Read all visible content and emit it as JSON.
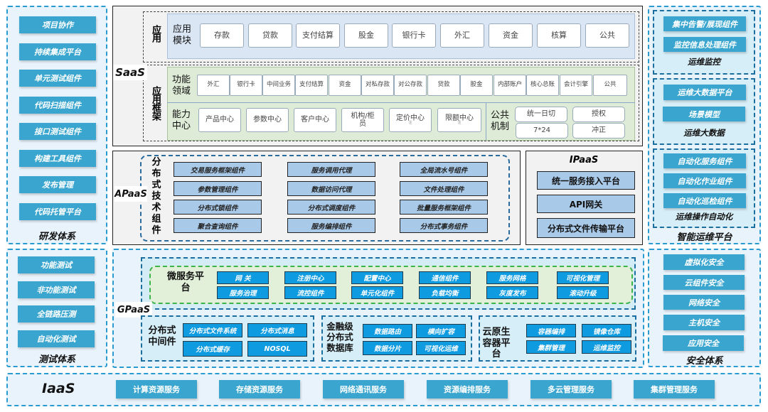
{
  "rd_system": {
    "title": "研发体系",
    "items": [
      "项目协作",
      "持续集成平台",
      "单元测试组件",
      "代码扫描组件",
      "接口测试组件",
      "构建工具组件",
      "发布管理",
      "代码托管平台"
    ]
  },
  "test_system": {
    "title": "测试体系",
    "items": [
      "功能测试",
      "非功能测试",
      "全链路压测",
      "自动化测试"
    ]
  },
  "ops_platform": {
    "title": "智能运维平台",
    "groups": [
      {
        "title": "运维监控",
        "items": [
          "集中告警/展现组件",
          "监控信息处理组件"
        ]
      },
      {
        "title": "运维大数据",
        "items": [
          "运维大数据平台",
          "场景模型"
        ]
      },
      {
        "title": "运维操作自动化",
        "items": [
          "自动化服务组件",
          "自动化作业组件",
          "自动化巡检组件"
        ]
      }
    ]
  },
  "security_system": {
    "title": "安全体系",
    "items": [
      "虚拟化安全",
      "云组件安全",
      "网络安全",
      "主机安全",
      "应用安全"
    ]
  },
  "saas": {
    "tag": "SaaS",
    "app_label": "应用",
    "app_module_label": "应用模块",
    "app_modules": [
      "存款",
      "贷款",
      "支付结算",
      "股金",
      "银行卡",
      "外汇",
      "资金",
      "核算",
      "公共"
    ],
    "framework_label": "应用框架",
    "func_domain_label": "功能领域",
    "func_domains": [
      "外汇",
      "银行卡",
      "中间业务",
      "支付结算",
      "资金",
      "对私存款",
      "对公存款",
      "贷款",
      "股金",
      "内部账户",
      "核心总账",
      "会计引擎",
      "公共"
    ],
    "capability_label": "能力中心",
    "capabilities": [
      "产品中心",
      "参数中心",
      "客户中心",
      "机构/柜员",
      "定价中心",
      "限额中心"
    ],
    "capability_note": "注",
    "public_mech_label": "公共机制",
    "public_mechs": [
      "统一日切",
      "授权",
      "7*24",
      "冲正"
    ]
  },
  "apaas": {
    "tag": "APaaS",
    "label": "分布式技术组件",
    "items": [
      "交易服务框架组件",
      "服务调用代理",
      "全局流水号组件",
      "参数管理组件",
      "数据访问代理",
      "文件处理组件",
      "分布式锁组件",
      "分布式调度组件",
      "批量服务框架组件",
      "聚合查询组件",
      "服务编排组件",
      "分布式事务组件"
    ]
  },
  "ipaas": {
    "tag": "IPaaS",
    "items": [
      "统一服务接入平台",
      "API网关",
      "分布式文件传输平台"
    ]
  },
  "gpaas": {
    "tag": "GPaaS",
    "microservice": {
      "label": "微服务平台",
      "row1": [
        "网 关",
        "注册中心",
        "配置中心",
        "通信组件",
        "服务网格",
        "可视化管理"
      ],
      "row2": [
        "服务治理",
        "流控组件",
        "单元化组件",
        "负载均衡",
        "灰度发布",
        "滚动升级"
      ]
    },
    "middleware": {
      "label": "分布式中间件",
      "items": [
        "分布式文件系统",
        "分布式消息",
        "分布式缓存",
        "NOSQL"
      ]
    },
    "database": {
      "label": "金融级分布式数据库",
      "items": [
        "数据路由",
        "横向扩容",
        "数据分片",
        "可视化运维"
      ]
    },
    "container": {
      "label": "云原生容器平台",
      "items": [
        "容器编排",
        "镜像仓库",
        "集群管理",
        "运维监控"
      ]
    }
  },
  "iaas": {
    "tag": "IaaS",
    "items": [
      "计算资源服务",
      "存储资源服务",
      "网络通讯服务",
      "资源编排服务",
      "多云管理服务",
      "集群管理服务"
    ]
  }
}
